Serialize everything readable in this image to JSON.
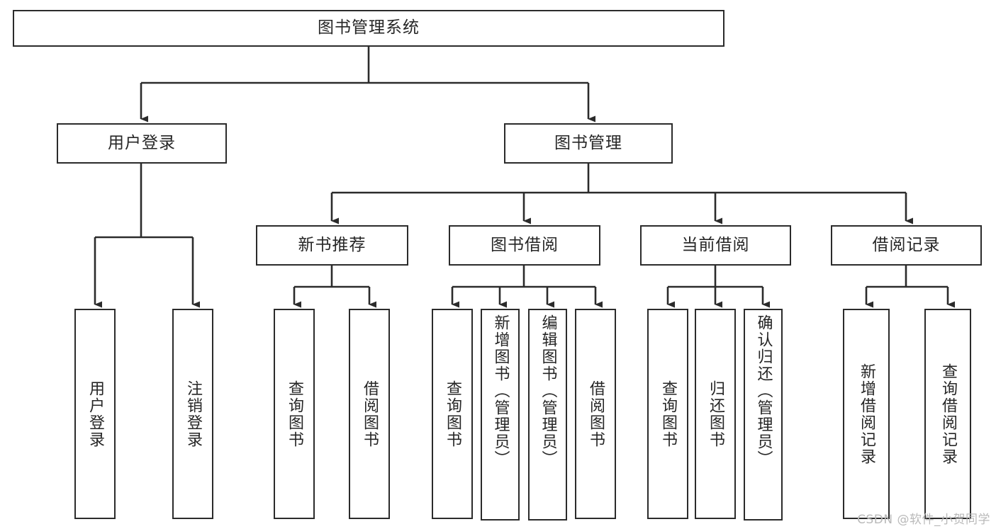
{
  "diagram": {
    "title": "图书管理系统",
    "type": "tree-hierarchy",
    "stroke_color": "#2b2b2b",
    "text_color": "#262626",
    "background_color": "#ffffff"
  },
  "nodes": {
    "root": {
      "label": "图书管理系统"
    },
    "level2": [
      {
        "label": "用户登录"
      },
      {
        "label": "图书管理"
      }
    ],
    "level3": [
      {
        "label": "新书推荐"
      },
      {
        "label": "图书借阅"
      },
      {
        "label": "当前借阅"
      },
      {
        "label": "借阅记录"
      }
    ],
    "leaves": {
      "user_login": [
        {
          "label": "用户登录"
        },
        {
          "label": "注销登录"
        }
      ],
      "new_book_recommend": [
        {
          "label": "查询图书"
        },
        {
          "label": "借阅图书"
        }
      ],
      "book_borrow": [
        {
          "label": "查询图书"
        },
        {
          "label": "新增图书（管理员）"
        },
        {
          "label": "编辑图书（管理员）"
        },
        {
          "label": "借阅图书"
        }
      ],
      "current_borrow": [
        {
          "label": "查询图书"
        },
        {
          "label": "归还图书"
        },
        {
          "label": "确认归还（管理员）"
        }
      ],
      "borrow_record": [
        {
          "label": "新增借阅记录"
        },
        {
          "label": "查询借阅记录"
        }
      ]
    }
  },
  "watermark": {
    "text": "CSDN @软件_小贺同学"
  }
}
